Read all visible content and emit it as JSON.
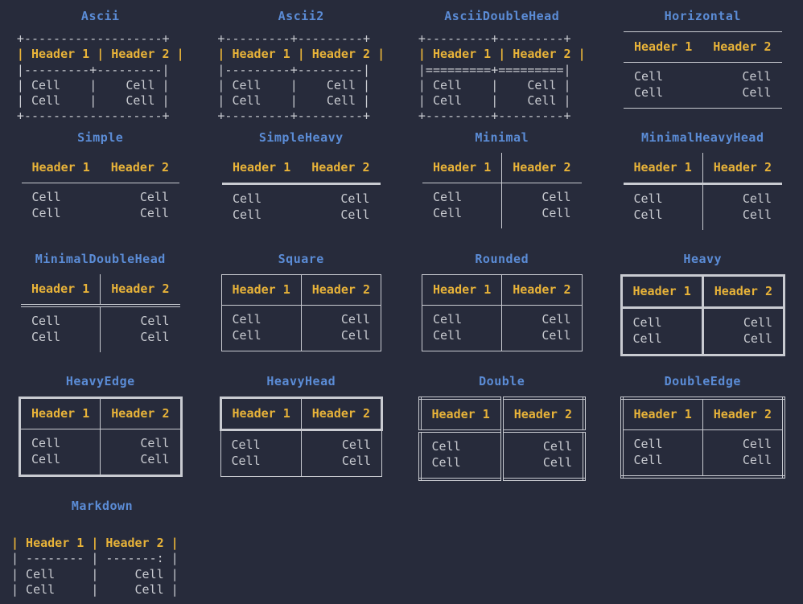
{
  "theme": {
    "background": "#272b3b",
    "title_color": "#5b8cd6",
    "header_color": "#e8b339",
    "cell_color": "#c9cbd1",
    "line_color": "#c9cbd1"
  },
  "common": {
    "header_1": "Header 1",
    "header_2": "Header 2",
    "cell": "Cell"
  },
  "boxes": [
    {
      "id": "ascii",
      "title": "Ascii",
      "kind": "ascii",
      "lines": [
        "+---------+---------+",
        "| Header 1 | Header 2 |",
        "|---------+---------|",
        "| Cell    |    Cell |",
        "| Cell    |    Cell |",
        "+---------+---------+"
      ]
    },
    {
      "id": "ascii2",
      "title": "Ascii2",
      "kind": "ascii",
      "lines": [
        "+---------+---------+",
        "| Header 1 | Header 2 |",
        "|---------+---------|",
        "| Cell    |    Cell |",
        "| Cell    |    Cell |",
        "+---------+---------+"
      ]
    },
    {
      "id": "asciidoublehead",
      "title": "AsciiDoubleHead",
      "kind": "ascii",
      "lines": [
        "+---------+---------+",
        "| Header 1 | Header 2 |",
        "|=========+=========|",
        "| Cell    |    Cell |",
        "| Cell    |    Cell |",
        "+---------+---------+"
      ]
    },
    {
      "id": "horizontal",
      "title": "Horizontal",
      "kind": "box",
      "variant": "v-horizontal"
    },
    {
      "id": "simple",
      "title": "Simple",
      "kind": "box",
      "variant": "v-simple"
    },
    {
      "id": "simpleheavy",
      "title": "SimpleHeavy",
      "kind": "box",
      "variant": "v-simpleheavy"
    },
    {
      "id": "minimal",
      "title": "Minimal",
      "kind": "box",
      "variant": "v-minimal"
    },
    {
      "id": "minimalheavyhead",
      "title": "MinimalHeavyHead",
      "kind": "box",
      "variant": "v-minimalheavyhead"
    },
    {
      "id": "minimaldoublehead",
      "title": "MinimalDoubleHead",
      "kind": "box",
      "variant": "v-minimaldoublehead"
    },
    {
      "id": "square",
      "title": "Square",
      "kind": "box",
      "variant": "v-square"
    },
    {
      "id": "rounded",
      "title": "Rounded",
      "kind": "box",
      "variant": "v-rounded"
    },
    {
      "id": "heavy",
      "title": "Heavy",
      "kind": "box",
      "variant": "v-heavy"
    },
    {
      "id": "heavyedge",
      "title": "HeavyEdge",
      "kind": "box",
      "variant": "v-heavyedge"
    },
    {
      "id": "heavyhead",
      "title": "HeavyHead",
      "kind": "box",
      "variant": "v-heavyhead"
    },
    {
      "id": "double",
      "title": "Double",
      "kind": "box",
      "variant": "v-double"
    },
    {
      "id": "doubleedge",
      "title": "DoubleEdge",
      "kind": "box",
      "variant": "v-doubleedge"
    },
    {
      "id": "markdown",
      "title": "Markdown",
      "kind": "ascii",
      "lines": [
        "| Header 1 | Header 2 |",
        "| -------- | -------: |",
        "| Cell     |     Cell |",
        "| Cell     |     Cell |"
      ]
    }
  ],
  "ascii_tables": {
    "ascii": {
      "title": "Ascii",
      "row_top": "+-------------------+",
      "row_head": "| Header 1 | Header 2 |",
      "row_sep": "|---------+---------|",
      "row_cell1": "| Cell    |    Cell |",
      "row_cell2": "| Cell    |    Cell |",
      "row_bot": "+-------------------+"
    },
    "ascii2": {
      "title": "Ascii2",
      "row_top": "+---------+---------+",
      "row_head": "| Header 1 | Header 2 |",
      "row_sep": "|---------+---------|",
      "row_cell1": "| Cell    |    Cell |",
      "row_cell2": "| Cell    |    Cell |",
      "row_bot": "+---------+---------+"
    },
    "asciidoublehead": {
      "title": "AsciiDoubleHead",
      "row_top": "+---------+---------+",
      "row_head": "| Header 1 | Header 2 |",
      "row_sep": "|=========+=========|",
      "row_cell1": "| Cell    |    Cell |",
      "row_cell2": "| Cell    |    Cell |",
      "row_bot": "+---------+---------+"
    },
    "markdown": {
      "title": "Markdown",
      "row_head": "| Header 1 | Header 2 |",
      "row_sep": "| -------- | -------: |",
      "row_cell1": "| Cell     |     Cell |",
      "row_cell2": "| Cell     |     Cell |"
    }
  }
}
